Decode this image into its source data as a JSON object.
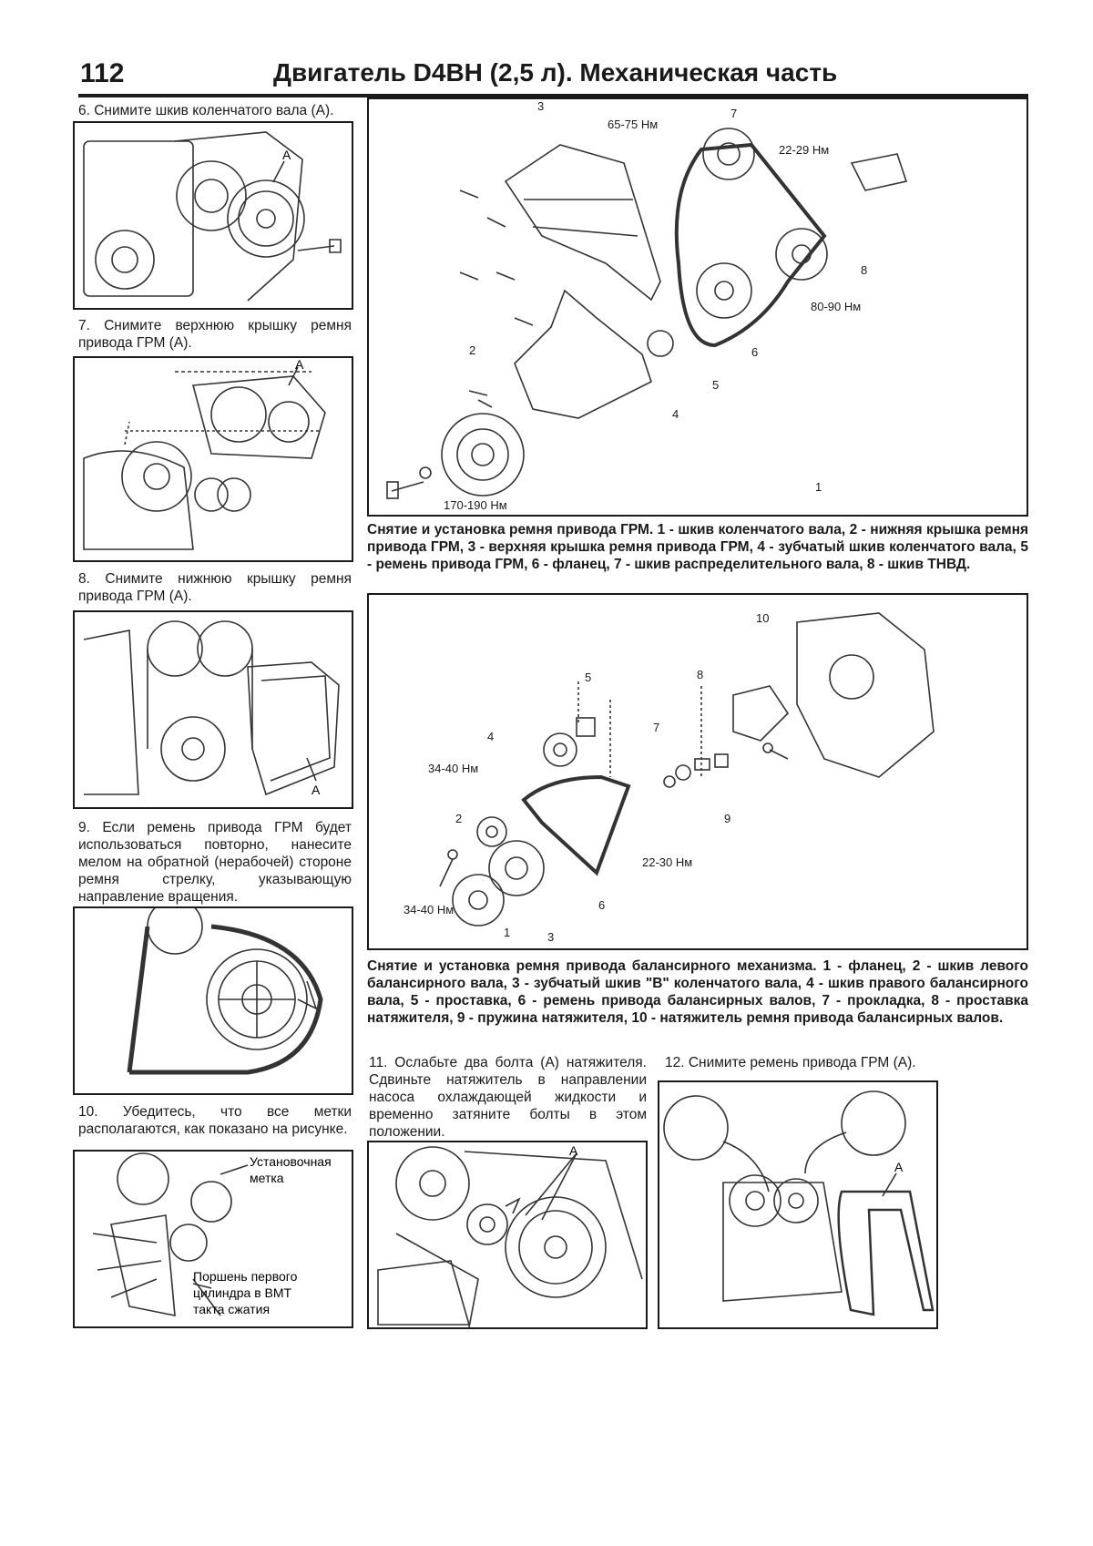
{
  "header": {
    "page_number": "112",
    "title": "Двигатель D4BH (2,5 л). Механическая часть"
  },
  "left_column": {
    "step6": "6. Снимите шкив коленчатого вала (А).",
    "step7": "7. Снимите верхнюю крышку ремня привода ГРМ (А).",
    "step8": "8. Снимите нижнюю крышку ремня привода ГРМ (А).",
    "step9": "9. Если ремень привода ГРМ будет использоваться повторно, нанесите мелом на обратной (нерабочей) стороне ремня стрелку, указывающую направление вращения.",
    "step10": "10. Убедитесь, что все метки располагаются, как показано на рисунке.",
    "fig_label_a": "A",
    "fig10_label_mark": "Установочная метка",
    "fig10_label_piston": "Поршень первого цилиндра в ВМТ такта сжатия"
  },
  "figure_timing": {
    "labels": {
      "n1": "1",
      "n2": "2",
      "n3": "3",
      "n4": "4",
      "n5": "5",
      "n6": "6",
      "n7": "7",
      "n8": "8",
      "t1": "65-75 Нм",
      "t2": "22-29 Нм",
      "t3": "80-90 Нм",
      "t4": "170-190 Нм"
    },
    "caption": "Снятие и установка ремня привода ГРМ. 1 - шкив коленчатого вала, 2 - нижняя крышка ремня привода ГРМ, 3 - верхняя крышка ремня привода ГРМ, 4 - зубчатый шкив коленчатого вала, 5 - ремень привода ГРМ, 6 - фланец, 7 - шкив распределительного вала, 8 - шкив ТНВД."
  },
  "figure_balance": {
    "labels": {
      "n1": "1",
      "n2": "2",
      "n3": "3",
      "n4": "4",
      "n5": "5",
      "n6": "6",
      "n7": "7",
      "n8": "8",
      "n9": "9",
      "n10": "10",
      "t1": "34-40 Нм",
      "t2": "22-30 Нм",
      "t3": "34-40 Нм"
    },
    "caption": "Снятие и установка ремня привода балансирного механизма. 1 - фланец, 2 - шкив левого балансирного вала, 3 - зубчатый шкив \"В\" коленчатого вала, 4 - шкив правого балансирного вала, 5 - проставка, 6 - ремень привода балансирных валов, 7 - прокладка, 8 - проставка натяжителя, 9 - пружина натяжителя, 10 - натяжитель ремня привода балансирных валов."
  },
  "bottom": {
    "step11": "11. Ослабьте два болта (А) натяжителя. Сдвиньте натяжитель в направлении насоса охлаждающей жидкости и временно затяните болты в этом положении.",
    "step12": "12. Снимите ремень привода ГРМ (А)."
  }
}
